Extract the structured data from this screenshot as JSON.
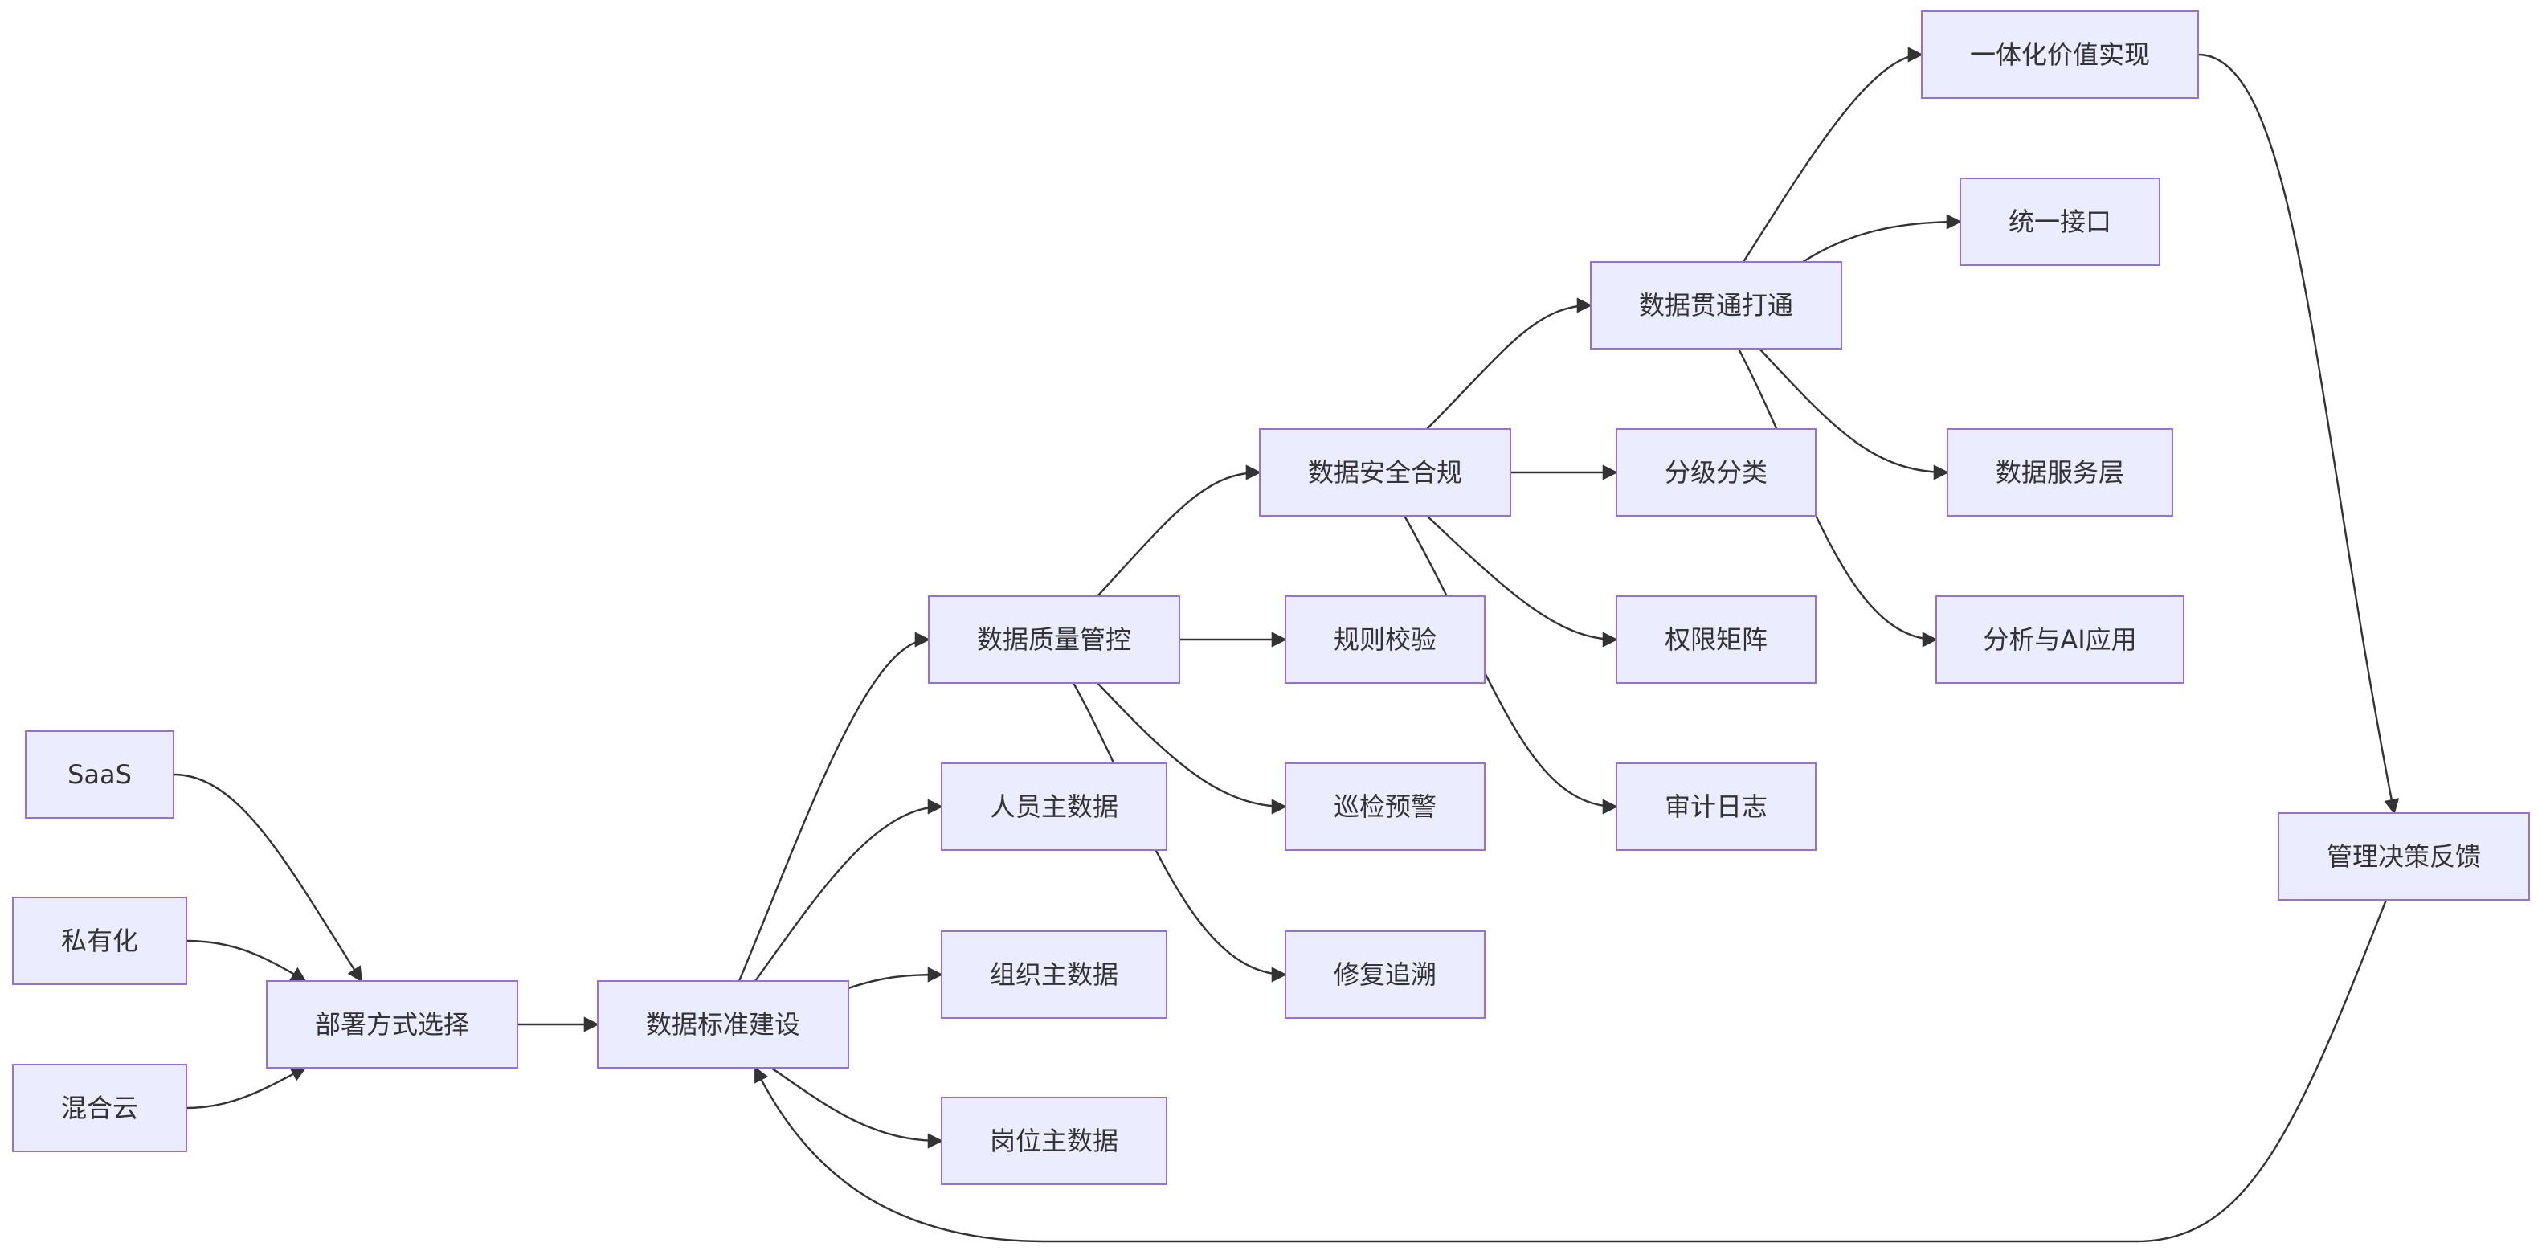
{
  "diagram": {
    "type": "flowchart",
    "direction": "LR",
    "nodes": [
      {
        "id": "saas",
        "label": "SaaS"
      },
      {
        "id": "private",
        "label": "私有化"
      },
      {
        "id": "hybrid",
        "label": "混合云"
      },
      {
        "id": "deploy",
        "label": "部署方式选择"
      },
      {
        "id": "std",
        "label": "数据标准建设"
      },
      {
        "id": "quality",
        "label": "数据质量管控"
      },
      {
        "id": "person",
        "label": "人员主数据"
      },
      {
        "id": "org",
        "label": "组织主数据"
      },
      {
        "id": "post",
        "label": "岗位主数据"
      },
      {
        "id": "rule",
        "label": "规则校验"
      },
      {
        "id": "inspect",
        "label": "巡检预警"
      },
      {
        "id": "repair",
        "label": "修复追溯"
      },
      {
        "id": "security",
        "label": "数据安全合规"
      },
      {
        "id": "grading",
        "label": "分级分类"
      },
      {
        "id": "perm",
        "label": "权限矩阵"
      },
      {
        "id": "audit",
        "label": "审计日志"
      },
      {
        "id": "connect",
        "label": "数据贯通打通"
      },
      {
        "id": "api",
        "label": "统一接口"
      },
      {
        "id": "service",
        "label": "数据服务层"
      },
      {
        "id": "ai",
        "label": "分析与AI应用"
      },
      {
        "id": "value",
        "label": "一体化价值实现"
      },
      {
        "id": "feedback",
        "label": "管理决策反馈"
      }
    ],
    "edges": [
      {
        "from": "saas",
        "to": "deploy"
      },
      {
        "from": "private",
        "to": "deploy"
      },
      {
        "from": "hybrid",
        "to": "deploy"
      },
      {
        "from": "deploy",
        "to": "std"
      },
      {
        "from": "std",
        "to": "quality"
      },
      {
        "from": "std",
        "to": "person"
      },
      {
        "from": "std",
        "to": "org"
      },
      {
        "from": "std",
        "to": "post"
      },
      {
        "from": "quality",
        "to": "rule"
      },
      {
        "from": "quality",
        "to": "inspect"
      },
      {
        "from": "quality",
        "to": "repair"
      },
      {
        "from": "quality",
        "to": "security"
      },
      {
        "from": "security",
        "to": "grading"
      },
      {
        "from": "security",
        "to": "perm"
      },
      {
        "from": "security",
        "to": "audit"
      },
      {
        "from": "security",
        "to": "connect"
      },
      {
        "from": "connect",
        "to": "api"
      },
      {
        "from": "connect",
        "to": "service"
      },
      {
        "from": "connect",
        "to": "ai"
      },
      {
        "from": "connect",
        "to": "value"
      },
      {
        "from": "value",
        "to": "feedback"
      },
      {
        "from": "feedback",
        "to": "std"
      }
    ]
  }
}
